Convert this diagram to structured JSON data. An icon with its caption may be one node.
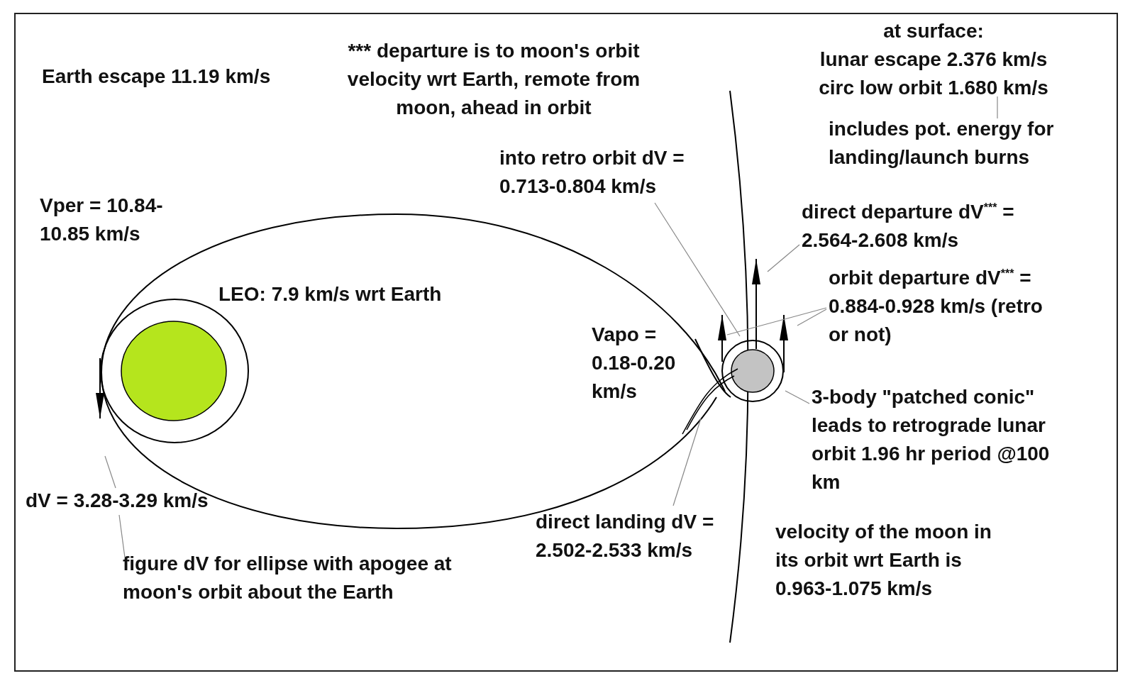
{
  "diagram": {
    "nodes": [
      {
        "text": [
          "at surface:",
          "lunar escape 2.376 km/s",
          "circ low orbit 1.680 km/s"
        ]
      },
      {
        "text": [
          "includes pot. energy for landing/launch burns"
        ]
      },
      {
        "text": [
          "into retro orbit dV = 0.713-0.804 km/s"
        ]
      },
      {
        "text": [
          "direct departure dV$^{***}$ = 2.564-2.608 km/s"
        ]
      },
      {
        "text": [
          "orbit departure dV$^{***}$ = 0.884-0.928 km/s (retro or not)"
        ]
      },
      {
        "text": [
          "3-body \"patched conic\" leads to retrograde lunar orbit 1.96 hr period @100 km"
        ]
      },
      {
        "text": [
          "direct landing dV = 2.502-2.533 km/s"
        ]
      },
      {
        "text": [
          "dV = 3.28-3.29 km/s"
        ]
      },
      {
        "text": [
          "figure dV for ellipse with apogee at moon's orbit about the Earth"
        ]
      }
    ],
    "edges": [
      {
        "from": 0,
        "to": 1,
        "arrow": "none"
      },
      {
        "from": 2,
        "to": null,
        "arrow": "none"
      },
      {
        "from": 3,
        "to": null,
        "arrow": "none"
      },
      {
        "from": 4,
        "to": null,
        "arrow": "none"
      },
      {
        "from": 4,
        "to": null,
        "arrow": "none"
      },
      {
        "from": 5,
        "to": null,
        "arrow": "none"
      },
      {
        "from": 6,
        "to": null,
        "arrow": "none"
      },
      {
        "from": 7,
        "to": null,
        "arrow": "none"
      },
      {
        "from": 7,
        "to": 8,
        "arrow": "none"
      }
    ],
    "labels": [
      "Earth escape 11.19 km/s",
      "*** departure is to moon's orbit velocity wrt Earth, remote from moon, ahead in orbit",
      "Vper = 10.84-10.85 km/s",
      "LEO: 7.9 km/s wrt Earth",
      "Vapo = 0.18-0.20 km/s",
      "velocity of the moon in its orbit wrt Earth is 0.963-1.075 km/s"
    ]
  }
}
